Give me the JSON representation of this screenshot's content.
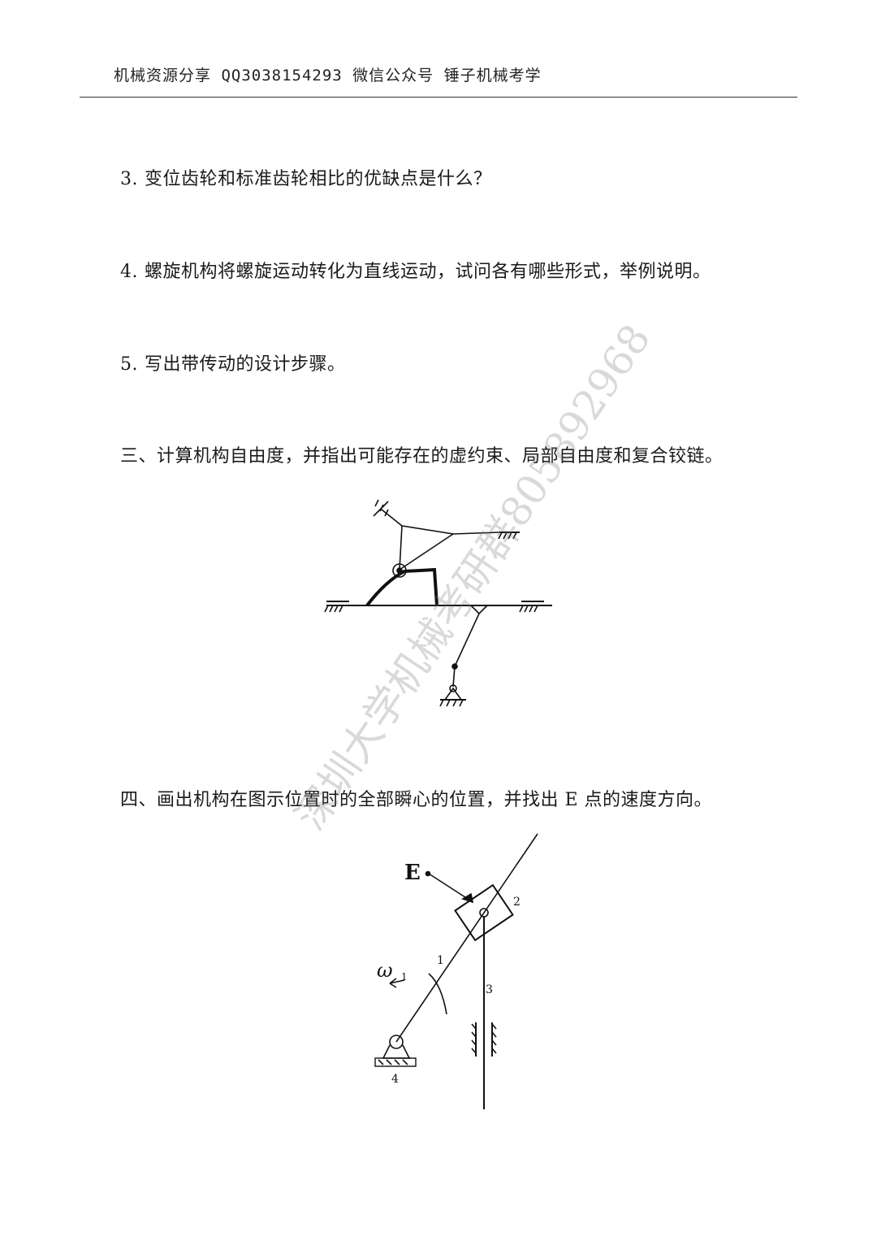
{
  "header": {
    "text": "机械资源分享 QQ3038154293 微信公众号 锤子机械考学"
  },
  "questions": [
    {
      "num": "3.",
      "text": "变位齿轮和标准齿轮相比的优缺点是什么？"
    },
    {
      "num": "4.",
      "text": "螺旋机构将螺旋运动转化为直线运动，试问各有哪些形式，举例说明。"
    },
    {
      "num": "5.",
      "text": "写出带传动的设计步骤。"
    }
  ],
  "sections": [
    {
      "text": "三、计算机构自由度，并指出可能存在的虚约束、局部自由度和复合铰链。"
    },
    {
      "text": "四、画出机构在图示位置时的全部瞬心的位置，并找出 E 点的速度方向。"
    }
  ],
  "figure2": {
    "point_label": "E",
    "omega_label": "ω",
    "omega_sub": "1",
    "link_labels": [
      "1",
      "2",
      "3",
      "4"
    ]
  },
  "watermark": "深圳大学机械考研群805892968"
}
